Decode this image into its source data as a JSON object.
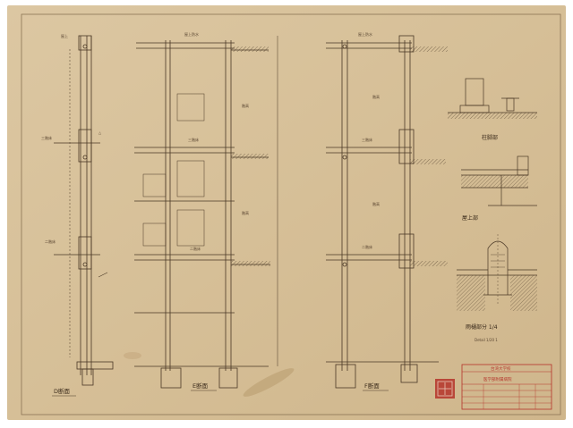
{
  "drawing": {
    "paper_color": "#d8c29c",
    "ink_color": "#4a3826",
    "stamp_color": "#b5332a",
    "sections": [
      {
        "label": "D断面"
      },
      {
        "label": "E断面"
      },
      {
        "label": "F断面"
      }
    ],
    "details": [
      {
        "label": "柱脚部"
      },
      {
        "label": "屋上部"
      },
      {
        "label": "雨樋部分 1/4"
      }
    ],
    "scale_note": "Detail 1/20 1",
    "title_block": {
      "header": "台湾大学校",
      "title": "医学部附属病院"
    }
  }
}
